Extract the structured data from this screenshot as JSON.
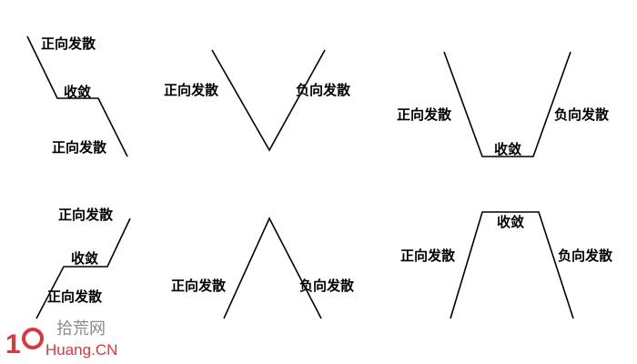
{
  "labels": {
    "positive_divergence": "正向发散",
    "negative_divergence": "负向发散",
    "convergence": "收敛"
  },
  "watermark": {
    "site_cn": "拾荒网",
    "site_en": "Huang.CN",
    "number": "10",
    "color": "#d9383f"
  }
}
